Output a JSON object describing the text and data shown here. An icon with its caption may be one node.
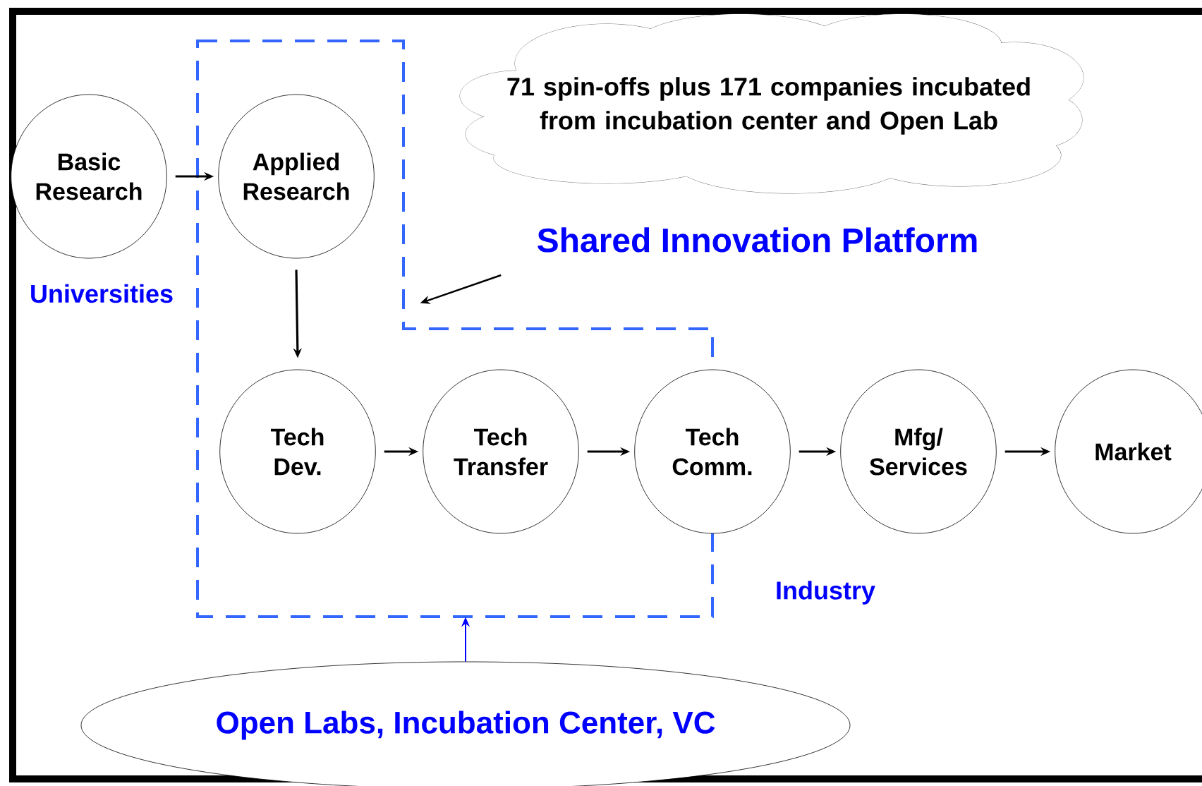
{
  "diagram": {
    "nodes": [
      {
        "text": [],
        "shape": "box"
      },
      {
        "text": [
          "Basic Research"
        ]
      },
      {
        "text": [
          "Applied Research"
        ],
        "in": 0
      },
      {
        "text": [
          "Tech Dev."
        ],
        "in": 0
      },
      {
        "text": [
          "Tech Transfer"
        ],
        "in": 0
      },
      {
        "text": [
          "Tech Comm."
        ]
      },
      {
        "text": [
          "Mfg/ Services"
        ]
      },
      {
        "text": [
          "Market"
        ]
      },
      {
        "text": [
          "71 spin-offs plus 171 companies incubated from incubation center and Open Lab"
        ]
      },
      {
        "text": [
          "Shared Innovation Platform"
        ]
      },
      {
        "text": [
          "Open Labs, Incubation Center, VC"
        ]
      }
    ],
    "edges": [
      {
        "from": 1,
        "to": 2,
        "arrow": "to"
      },
      {
        "from": 2,
        "to": 3,
        "arrow": "to"
      },
      {
        "from": 3,
        "to": 4,
        "arrow": "to"
      },
      {
        "from": 4,
        "to": 5,
        "arrow": "to"
      },
      {
        "from": 5,
        "to": 6,
        "arrow": "to"
      },
      {
        "from": 6,
        "to": 7,
        "arrow": "to"
      },
      {
        "from": 9,
        "to": 0,
        "arrow": "to"
      },
      {
        "from": 10,
        "to": 0,
        "arrow": "to",
        "color": "#0000ff"
      }
    ],
    "labels": [
      "Universities",
      "Industry"
    ]
  }
}
